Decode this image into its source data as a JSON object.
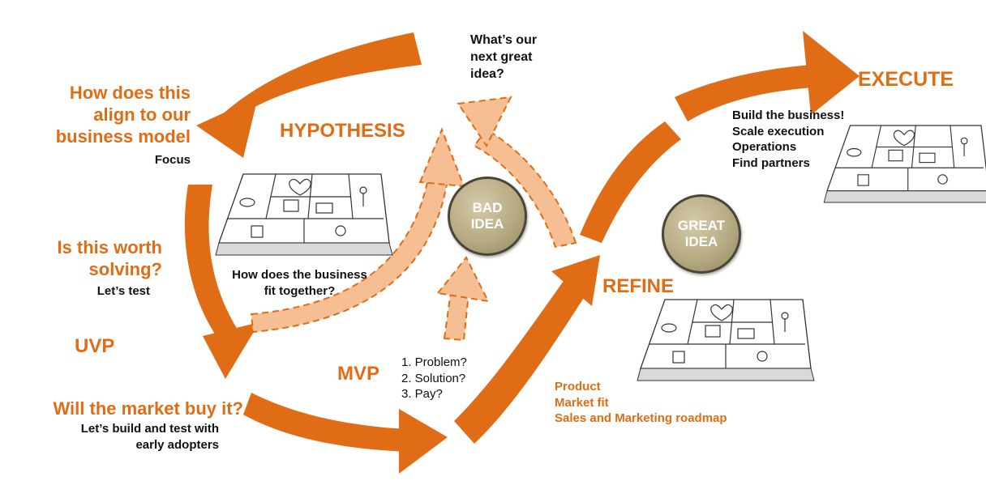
{
  "colors": {
    "accent": "#e06d16",
    "accent_light": "#f6bf93",
    "idea_ball": "#b7ab83"
  },
  "left_column": {
    "align": {
      "question": "How does this\nalign to our\nbusiness model",
      "note": "Focus"
    },
    "worth": {
      "question": "Is this worth\nsolving?",
      "note": "Let’s test"
    },
    "uvp": {
      "label": "UVP"
    },
    "market": {
      "question": "Will the market buy it?",
      "note": "Let’s build and test with\nearly adopters"
    }
  },
  "center": {
    "next_idea": "What’s our\nnext great\nidea?",
    "hypothesis": "HYPOTHESIS",
    "business_fit": "How does the business\nfit together?",
    "mvp": "MVP",
    "tests": "1. Problem?\n2. Solution?\n3. Pay?",
    "bad_idea": "BAD\nIDEA"
  },
  "right_side": {
    "great_idea": "GREAT\nIDEA",
    "refine": "REFINE",
    "refine_notes": "Product\nMarket fit\nSales and Marketing roadmap",
    "execute": "EXECUTE",
    "execute_notes": "Build the business!\nScale execution\nOperations\nFind partners"
  },
  "icons": [
    "business-model-canvas-sketch-icon",
    "heart-icon",
    "person-icon"
  ]
}
